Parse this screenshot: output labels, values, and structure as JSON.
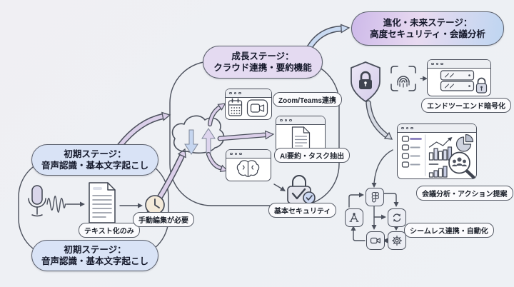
{
  "stages": {
    "initial_top": {
      "line1": "初期ステージ：",
      "line2": "音声認識・基本文字起こし"
    },
    "initial_bottom": {
      "line1": "初期ステージ：",
      "line2": "音声認識・基本文字起こし"
    },
    "growth": {
      "line1": "成長ステージ：",
      "line2": "クラウド連携・要約機能"
    },
    "future": {
      "line1": "進化・未来ステージ：",
      "line2": "高度セキュリティ・会議分析"
    }
  },
  "captions": {
    "text_only": "テキスト化のみ",
    "manual_edit": "手動編集が必要",
    "zoom_teams": "Zoom/Teams連携",
    "ai_summary": "AI要約・タスク抽出",
    "basic_security": "基本セキュリティ",
    "e2e": "エンドツーエンド暗号化",
    "meeting_analysis": "会議分析・アクション提案",
    "seamless": "シームレス連携・自動化"
  },
  "icons": [
    "microphone-icon",
    "waveform-icon",
    "document-icon",
    "clock-icon",
    "cloud-sync-icon",
    "calendar-icon",
    "video-camera-icon",
    "ai-document-icon",
    "brain-icon",
    "lock-check-icon",
    "shield-lock-icon",
    "fingerprint-icon",
    "server-lock-icon",
    "bar-chart-icon",
    "pie-chart-icon",
    "people-magnifier-icon",
    "figma-icon",
    "build-tool-icon",
    "sync-icon",
    "gear-icon"
  ],
  "colors": {
    "background": "#eef0f4",
    "outline": "#4b505c",
    "stage_blue": "#d9e3f6",
    "stage_purple": "#e4daf1",
    "stage_gradient": [
      "#cdb9e9",
      "#e8daf0",
      "#bed6f1"
    ],
    "arrow_purple": "#dbcfe9",
    "arrow_blue": "#c9daf2",
    "arrow_gray": "#d7dbe4",
    "caption_bg": "#fbfbfd"
  }
}
